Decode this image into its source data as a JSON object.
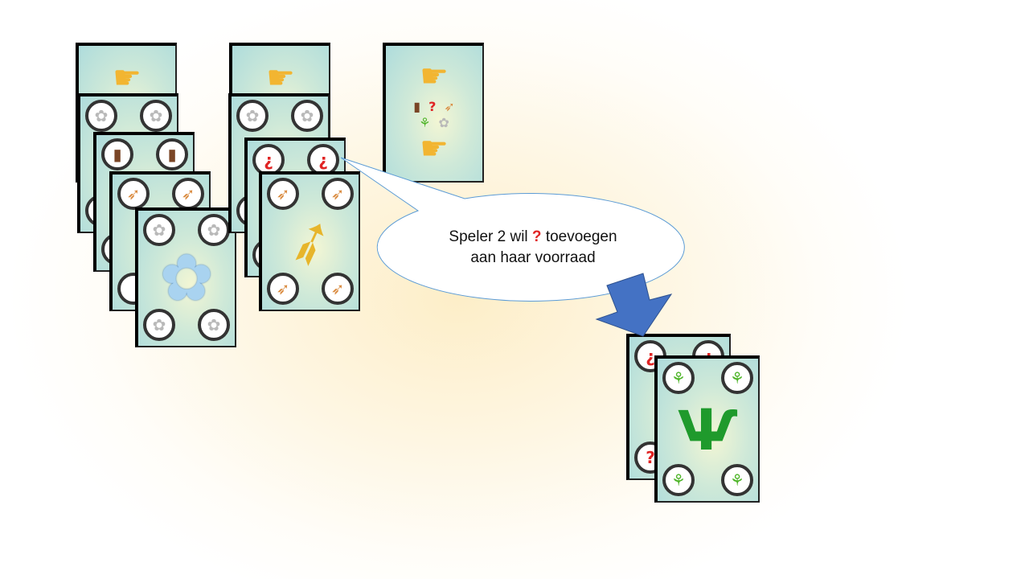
{
  "callout": {
    "line1_pre": "Speler 2 wil",
    "icon": "❓",
    "line1_post": "toevoegen",
    "line2": "aan haar voorraad"
  },
  "glyphs": {
    "hand": "☛",
    "flower": "✿",
    "stump": "▮",
    "feather": "➶",
    "inv": "¿",
    "q": "?",
    "sprout": "⚘",
    "grass": "Ѱ"
  },
  "cards": [
    {
      "id": "c1",
      "name": "deck1-hand-card",
      "type": "hand"
    },
    {
      "id": "c2",
      "name": "deck1-flower-card",
      "corners": "flower"
    },
    {
      "id": "c3",
      "name": "deck1-stump-card",
      "corners": "stump"
    },
    {
      "id": "c4",
      "name": "deck1-feather-card",
      "corners": "feather"
    },
    {
      "id": "c5",
      "name": "deck1-flower-top-card",
      "corners": "flower",
      "center": "flower"
    },
    {
      "id": "c6",
      "name": "deck2-hand-card",
      "type": "hand"
    },
    {
      "id": "c7",
      "name": "deck2-flower-card",
      "corners": "flower"
    },
    {
      "id": "c8",
      "name": "deck2-question-card",
      "corners": "inv",
      "bottom": "q"
    },
    {
      "id": "c9",
      "name": "deck2-feather-top-card",
      "corners": "feather",
      "center": "feather"
    },
    {
      "id": "c10",
      "name": "wild-hand-card",
      "type": "handwild",
      "icons": [
        "stump",
        "q",
        "feather",
        "sprout",
        "flower"
      ]
    },
    {
      "id": "c11",
      "name": "stock-question-card",
      "corners": "inv",
      "bottom": "q"
    },
    {
      "id": "c12",
      "name": "stock-grass-card",
      "corners": "sprout",
      "center": "grass"
    }
  ],
  "colors": {
    "arrow": "#4472c4",
    "callout_stroke": "#5b9bd5"
  }
}
